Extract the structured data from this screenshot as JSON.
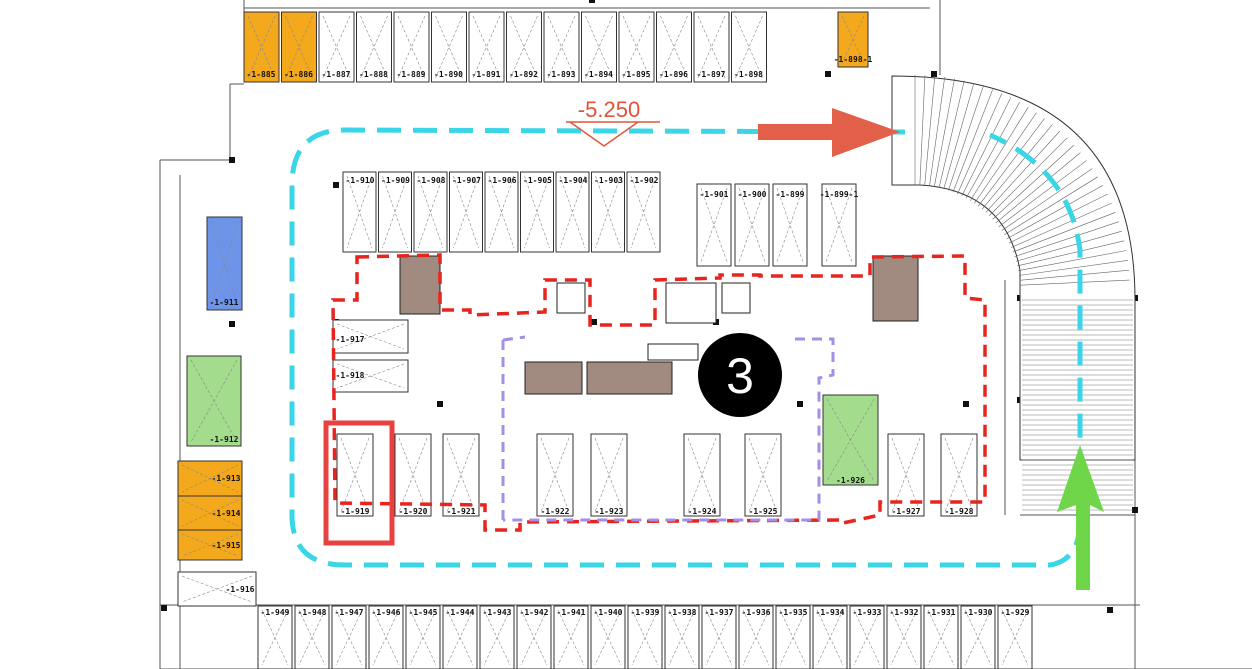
{
  "elevation": "-5.250",
  "zone_number": "3",
  "parking_slots": {
    "top_row": [
      "-1-885",
      "-1-886",
      "-1-887",
      "-1-888",
      "-1-889",
      "-1-890",
      "-1-891",
      "-1-892",
      "-1-893",
      "-1-894",
      "-1-895",
      "-1-896",
      "-1-897",
      "-1-898",
      "-1-898-1"
    ],
    "inner_top_row": [
      "-1-910",
      "-1-909",
      "-1-908",
      "-1-907",
      "-1-906",
      "-1-905",
      "-1-904",
      "-1-903",
      "-1-902"
    ],
    "inner_top_right": [
      "-1-901",
      "-1-900",
      "-1-899",
      "-1-899-1"
    ],
    "left_column": [
      "-1-911",
      "-1-912",
      "-1-913",
      "-1-914",
      "-1-915",
      "-1-916"
    ],
    "inner_left": [
      "-1-917",
      "-1-918"
    ],
    "inner_bottom_row": [
      "-1-919",
      "-1-920",
      "-1-921",
      "-1-922",
      "-1-923",
      "-1-924",
      "-1-925",
      "-1-926",
      "-1-927",
      "-1-928"
    ],
    "bottom_row": [
      "-1-949",
      "-1-948",
      "-1-947",
      "-1-946",
      "-1-945",
      "-1-944",
      "-1-943",
      "-1-942",
      "-1-941",
      "-1-940",
      "-1-939",
      "-1-938",
      "-1-937",
      "-1-936",
      "-1-935",
      "-1-934",
      "-1-933",
      "-1-932",
      "-1-931",
      "-1-930",
      "-1-929"
    ]
  },
  "colors": {
    "route": "#3ad6e8",
    "zone_boundary": "#e8241e",
    "core_boundary": "#a58ee6",
    "highlight": "#e8413f",
    "entry_arrow": "#e2604a",
    "exit_arrow": "#6fd64a",
    "small_car": "#f4a81c",
    "accessible": "#a3dc8c",
    "blue_slot": "#6d94e8",
    "stair_core": "#a18a80"
  }
}
